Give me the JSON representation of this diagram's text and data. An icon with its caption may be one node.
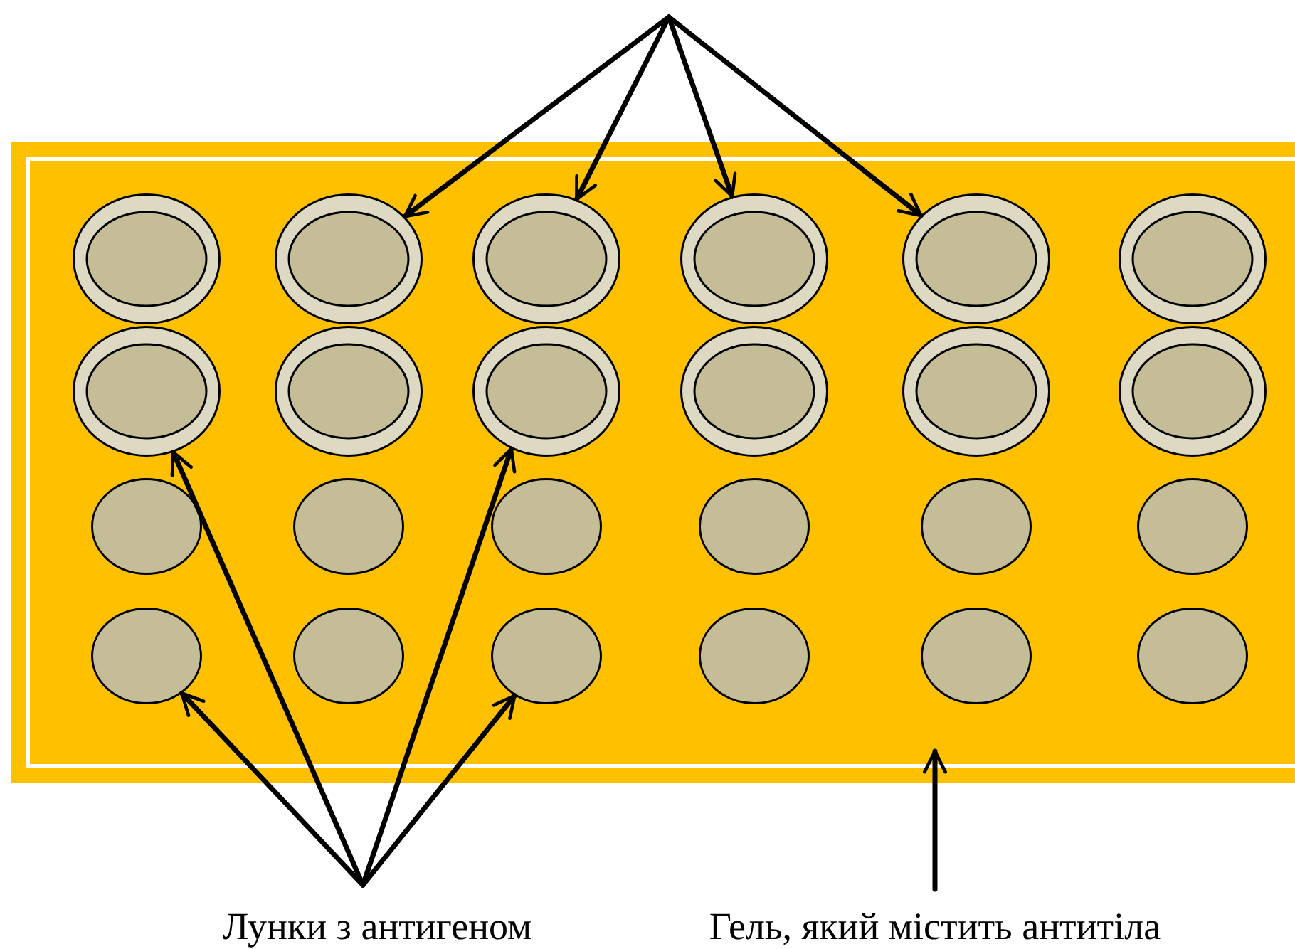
{
  "diagram": {
    "nodes": [
      {
        "text": [],
        "shape": "box"
      },
      {
        "text": [],
        "shape": "circle",
        "in": 0
      },
      {
        "text": [],
        "shape": "circle",
        "in": 0
      },
      {
        "text": [],
        "shape": "circle",
        "in": 0
      },
      {
        "text": [],
        "shape": "circle",
        "in": 0
      },
      {
        "text": [],
        "shape": "circle",
        "in": 0
      },
      {
        "text": [],
        "shape": "circle",
        "in": 0
      },
      {
        "text": [],
        "shape": "circle",
        "in": 0
      },
      {
        "text": [],
        "shape": "circle",
        "in": 0
      },
      {
        "text": [],
        "shape": "circle",
        "in": 0
      },
      {
        "text": [],
        "shape": "circle",
        "in": 0
      },
      {
        "text": [],
        "shape": "circle",
        "in": 0
      },
      {
        "text": [],
        "shape": "circle",
        "in": 0
      },
      {
        "text": [],
        "shape": "circle",
        "in": 0
      },
      {
        "text": [],
        "shape": "circle",
        "in": 0
      },
      {
        "text": [],
        "shape": "circle",
        "in": 0
      },
      {
        "text": [],
        "shape": "circle",
        "in": 0
      },
      {
        "text": [],
        "shape": "circle",
        "in": 0
      },
      {
        "text": [],
        "shape": "circle",
        "in": 0
      },
      {
        "text": [],
        "shape": "circle",
        "in": 0
      },
      {
        "text": [],
        "shape": "circle",
        "in": 0
      },
      {
        "text": [],
        "shape": "circle",
        "in": 0
      },
      {
        "text": [],
        "shape": "circle",
        "in": 0
      },
      {
        "text": [],
        "shape": "circle",
        "in": 0
      },
      {
        "text": [],
        "shape": "circle",
        "in": 0
      },
      {
        "text": [
          "Лунки з антигеном"
        ]
      },
      {
        "text": [
          "Гель, який містить антитіла"
        ]
      }
    ],
    "edges": [
      {
        "from": null,
        "to": 2,
        "arrow": "to"
      },
      {
        "from": null,
        "to": 3,
        "arrow": "to"
      },
      {
        "from": null,
        "to": 4,
        "arrow": "to"
      },
      {
        "from": null,
        "to": 5,
        "arrow": "to"
      },
      {
        "from": 25,
        "to": 7,
        "arrow": "to"
      },
      {
        "from": 25,
        "to": 9,
        "arrow": "to"
      },
      {
        "from": 25,
        "to": 19,
        "arrow": "to"
      },
      {
        "from": 25,
        "to": 21,
        "arrow": "to"
      },
      {
        "from": 26,
        "to": 0,
        "arrow": "to"
      }
    ]
  }
}
